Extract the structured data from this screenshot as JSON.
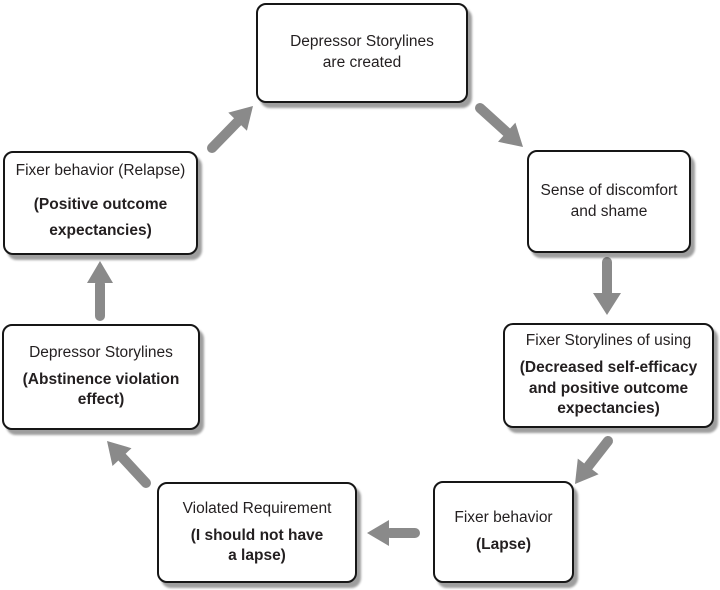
{
  "diagram": {
    "type": "cycle-flowchart",
    "colors": {
      "background": "#ffffff",
      "box_fill": "#ffffff",
      "box_border": "#161616",
      "text": "#231f20",
      "arrow": "#8a8a8a"
    },
    "nodes": [
      {
        "id": "depressor-storylines-created",
        "normal": [
          "Depressor Storylines",
          "are created"
        ],
        "bold": []
      },
      {
        "id": "sense-of-discomfort-and-shame",
        "normal": [
          "Sense of discomfort",
          "and shame"
        ],
        "bold": []
      },
      {
        "id": "fixer-storylines-of-using",
        "normal": [
          "Fixer Storylines of using"
        ],
        "bold": [
          "(Decreased self-efficacy",
          "and positive outcome",
          "expectancies)"
        ]
      },
      {
        "id": "fixer-behavior-lapse",
        "normal": [
          "Fixer behavior"
        ],
        "bold": [
          "(Lapse)"
        ]
      },
      {
        "id": "violated-requirement",
        "normal": [
          "Violated Requirement"
        ],
        "bold": [
          "(I should not have",
          "a lapse)"
        ]
      },
      {
        "id": "depressor-storylines-abstinence-violation",
        "normal": [
          "Depressor Storylines"
        ],
        "bold": [
          "(Abstinence violation",
          "effect)"
        ]
      },
      {
        "id": "fixer-behavior-relapse",
        "normal": [
          "Fixer behavior (Relapse)"
        ],
        "bold": [
          "(Positive outcome",
          "expectancies)"
        ]
      }
    ],
    "arrows": [
      {
        "from": "depressor-storylines-created",
        "to": "sense-of-discomfort-and-shame"
      },
      {
        "from": "sense-of-discomfort-and-shame",
        "to": "fixer-storylines-of-using"
      },
      {
        "from": "fixer-storylines-of-using",
        "to": "fixer-behavior-lapse"
      },
      {
        "from": "fixer-behavior-lapse",
        "to": "violated-requirement"
      },
      {
        "from": "violated-requirement",
        "to": "depressor-storylines-abstinence-violation"
      },
      {
        "from": "depressor-storylines-abstinence-violation",
        "to": "fixer-behavior-relapse"
      },
      {
        "from": "fixer-behavior-relapse",
        "to": "depressor-storylines-created"
      }
    ]
  }
}
